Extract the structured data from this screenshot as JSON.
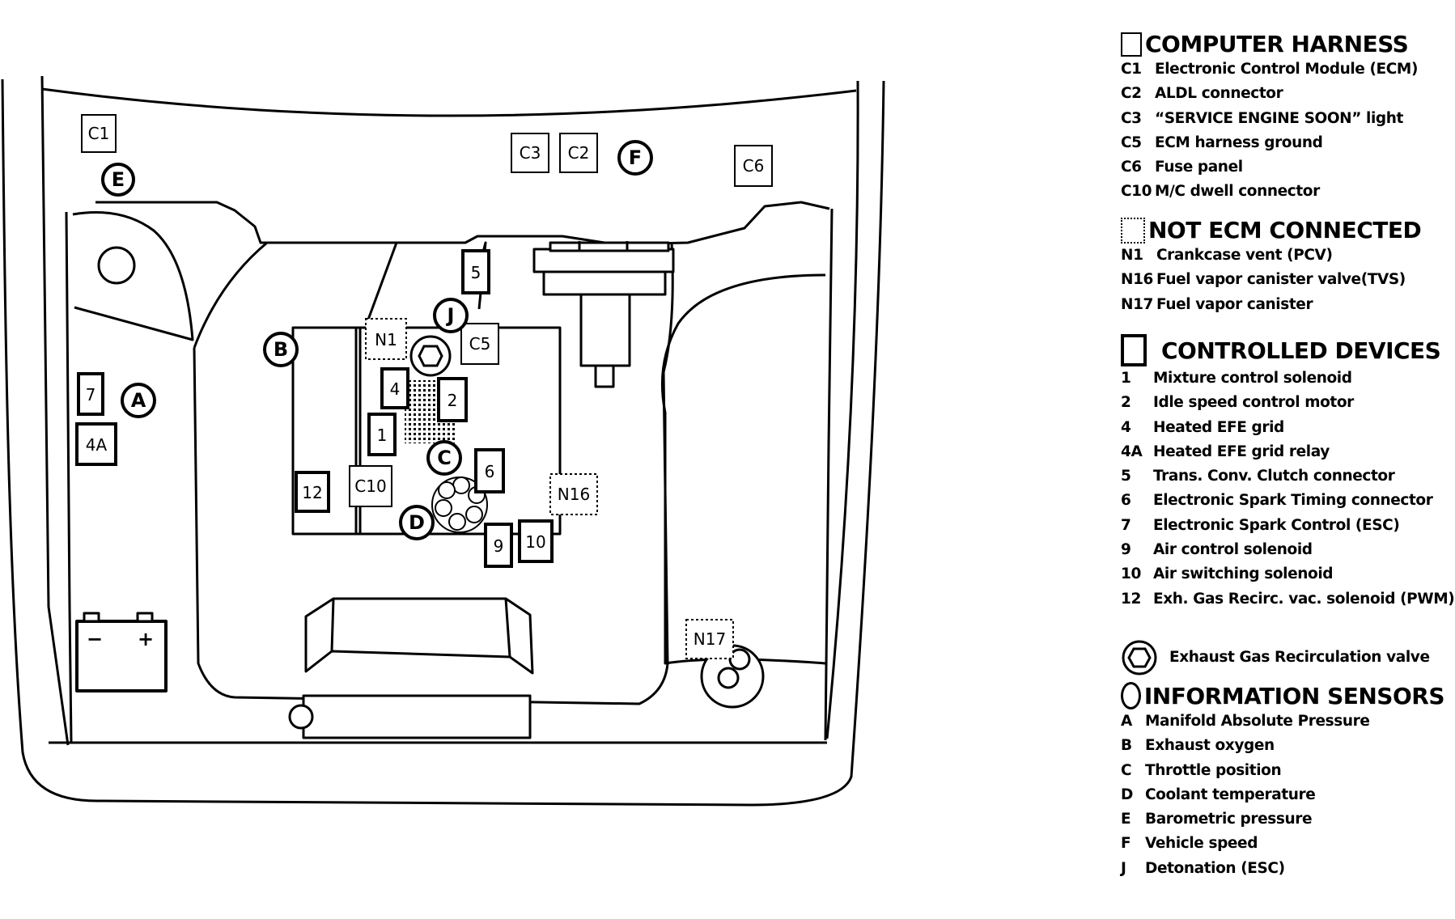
{
  "diagram": {
    "components": {
      "c1": "C1",
      "c2": "C2",
      "c3": "C3",
      "c5": "C5",
      "c6": "C6",
      "c10": "C10",
      "n1": "N1",
      "n16": "N16",
      "n17": "N17",
      "d1": "1",
      "d2": "2",
      "d4": "4",
      "d4a": "4A",
      "d5": "5",
      "d6": "6",
      "d7": "7",
      "d9": "9",
      "d10": "10",
      "d12": "12",
      "sA": "A",
      "sB": "B",
      "sC": "C",
      "sD": "D",
      "sE": "E",
      "sF": "F",
      "sJ": "J",
      "battery_minus": "−",
      "battery_plus": "+"
    }
  },
  "legend": {
    "computer_harness": {
      "title": "COMPUTER HARNESS",
      "items": [
        {
          "code": "C1",
          "desc": "Electronic Control Module (ECM)"
        },
        {
          "code": "C2",
          "desc": "ALDL connector"
        },
        {
          "code": "C3",
          "desc": "“SERVICE ENGINE SOON” light"
        },
        {
          "code": "C5",
          "desc": "ECM harness ground"
        },
        {
          "code": "C6",
          "desc": "Fuse panel"
        },
        {
          "code": "C10",
          "desc": "M/C dwell connector"
        }
      ]
    },
    "not_ecm": {
      "title": "NOT ECM CONNECTED",
      "items": [
        {
          "code": "N1",
          "desc": "Crankcase vent (PCV)"
        },
        {
          "code": "N16",
          "desc": "Fuel vapor canister valve(TVS)"
        },
        {
          "code": "N17",
          "desc": "Fuel vapor canister"
        }
      ]
    },
    "controlled_devices": {
      "title": "CONTROLLED DEVICES",
      "items": [
        {
          "code": "1",
          "desc": "Mixture control solenoid"
        },
        {
          "code": "2",
          "desc": "Idle speed control motor"
        },
        {
          "code": "4",
          "desc": "Heated EFE grid"
        },
        {
          "code": "4A",
          "desc": "Heated EFE grid relay"
        },
        {
          "code": "5",
          "desc": "Trans. Conv. Clutch connector"
        },
        {
          "code": "6",
          "desc": "Electronic Spark Timing connector"
        },
        {
          "code": "7",
          "desc": "Electronic Spark Control (ESC)"
        },
        {
          "code": "9",
          "desc": "Air control solenoid"
        },
        {
          "code": "10",
          "desc": "Air switching solenoid"
        },
        {
          "code": "12",
          "desc": "Exh. Gas Recirc. vac. solenoid (PWM)"
        }
      ]
    },
    "egr": {
      "label": "Exhaust Gas Recirculation valve"
    },
    "information_sensors": {
      "title": "INFORMATION SENSORS",
      "items": [
        {
          "code": "A",
          "desc": "Manifold Absolute Pressure"
        },
        {
          "code": "B",
          "desc": "Exhaust oxygen"
        },
        {
          "code": "C",
          "desc": "Throttle position"
        },
        {
          "code": "D",
          "desc": "Coolant temperature"
        },
        {
          "code": "E",
          "desc": "Barometric pressure"
        },
        {
          "code": "F",
          "desc": "Vehicle speed"
        },
        {
          "code": "J",
          "desc": "Detonation (ESC)"
        }
      ]
    }
  }
}
